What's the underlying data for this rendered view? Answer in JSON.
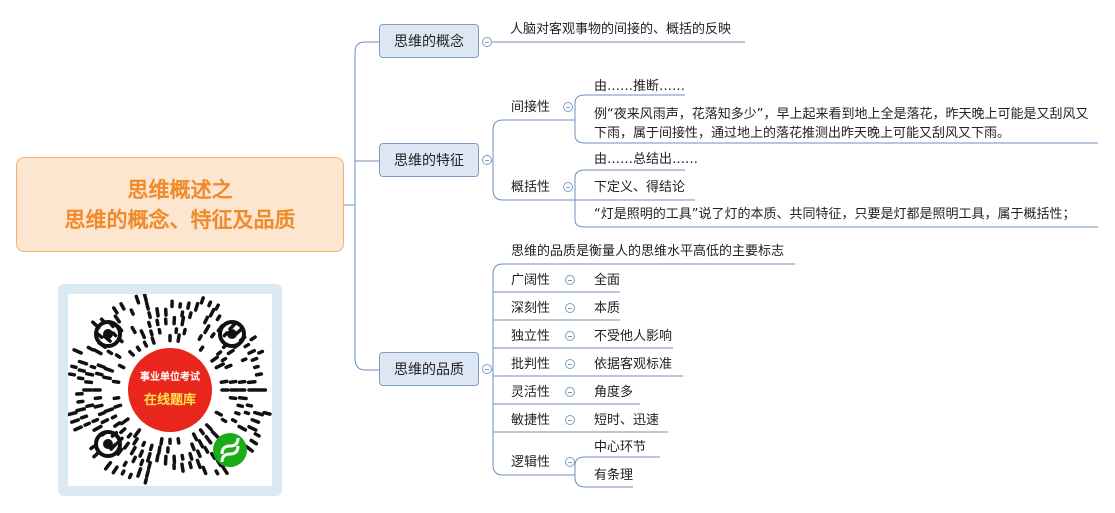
{
  "root": {
    "line1": "思维概述之",
    "line2": "思维的概念、特征及品质"
  },
  "concept": {
    "label": "思维的概念",
    "definition": "人脑对客观事物的间接的、概括的反映"
  },
  "features": {
    "label": "思维的特征",
    "indirect": {
      "label": "间接性",
      "pattern": "由……推断……",
      "example": "例“夜来风雨声，花落知多少”，早上起来看到地上全是落花，昨天晚上可能是又刮风又下雨，属于间接性，通过地上的落花推测出昨天晚上可能又刮风又下雨。"
    },
    "general": {
      "label": "概括性",
      "pattern": "由……总结出……",
      "note": "下定义、得结论",
      "example": "“灯是照明的工具”说了灯的本质、共同特征，只要是灯都是照明工具，属于概括性；"
    }
  },
  "qualities": {
    "label": "思维的品质",
    "intro": "思维的品质是衡量人的思维水平高低的主要标志",
    "items": [
      {
        "label": "广阔性",
        "desc": "全面"
      },
      {
        "label": "深刻性",
        "desc": "本质"
      },
      {
        "label": "独立性",
        "desc": "不受他人影响"
      },
      {
        "label": "批判性",
        "desc": "依据客观标准"
      },
      {
        "label": "灵活性",
        "desc": "角度多"
      },
      {
        "label": "敏捷性",
        "desc": "短时、迅速"
      }
    ],
    "logic": {
      "label": "逻辑性",
      "descs": [
        "中心环节",
        "有条理"
      ]
    }
  },
  "qr": {
    "top_text": "事业单位考试",
    "bottom_text": "在线题库",
    "accent": "#e8261c",
    "badge": "#1aad19"
  }
}
